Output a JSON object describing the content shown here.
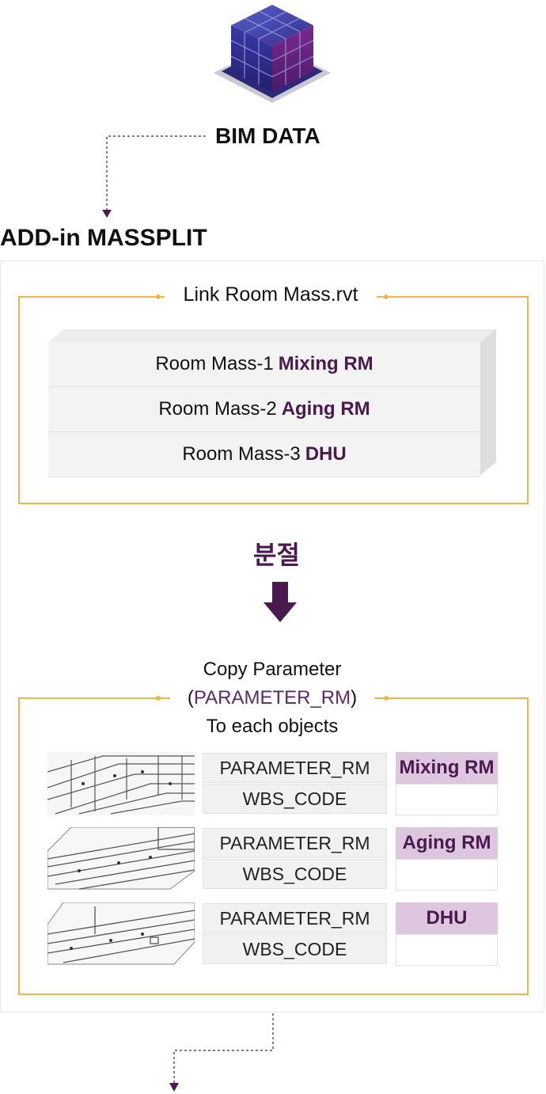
{
  "bim": {
    "label": "BIM DATA",
    "icon": "cube-blocks-icon"
  },
  "addin": {
    "title": "ADD-in MASSPLIT"
  },
  "link_frame": {
    "label": "Link Room Mass.rvt",
    "rows": [
      {
        "name": "Room Mass-1",
        "value": "Mixing RM"
      },
      {
        "name": "Room Mass-2",
        "value": "Aging RM"
      },
      {
        "name": "Room Mass-3",
        "value": "DHU"
      }
    ]
  },
  "split": {
    "label": "분절",
    "icon": "arrow-down-icon"
  },
  "copy_frame": {
    "line1": "Copy Parameter",
    "line2_open": "(",
    "line2_param": "PARAMETER_RM",
    "line2_close": ")",
    "line3": "To each objects",
    "groups": [
      {
        "param": "PARAMETER_RM",
        "wbs": "WBS_CODE",
        "value": "Mixing RM",
        "wbs_value": ""
      },
      {
        "param": "PARAMETER_RM",
        "wbs": "WBS_CODE",
        "value": "Aging RM",
        "wbs_value": ""
      },
      {
        "param": "PARAMETER_RM",
        "wbs": "WBS_CODE",
        "value": "DHU",
        "wbs_value": ""
      }
    ]
  },
  "colors": {
    "accent_purple": "#4a1a4f",
    "frame_orange": "#efb54a",
    "highlight": "#dcc7de"
  }
}
